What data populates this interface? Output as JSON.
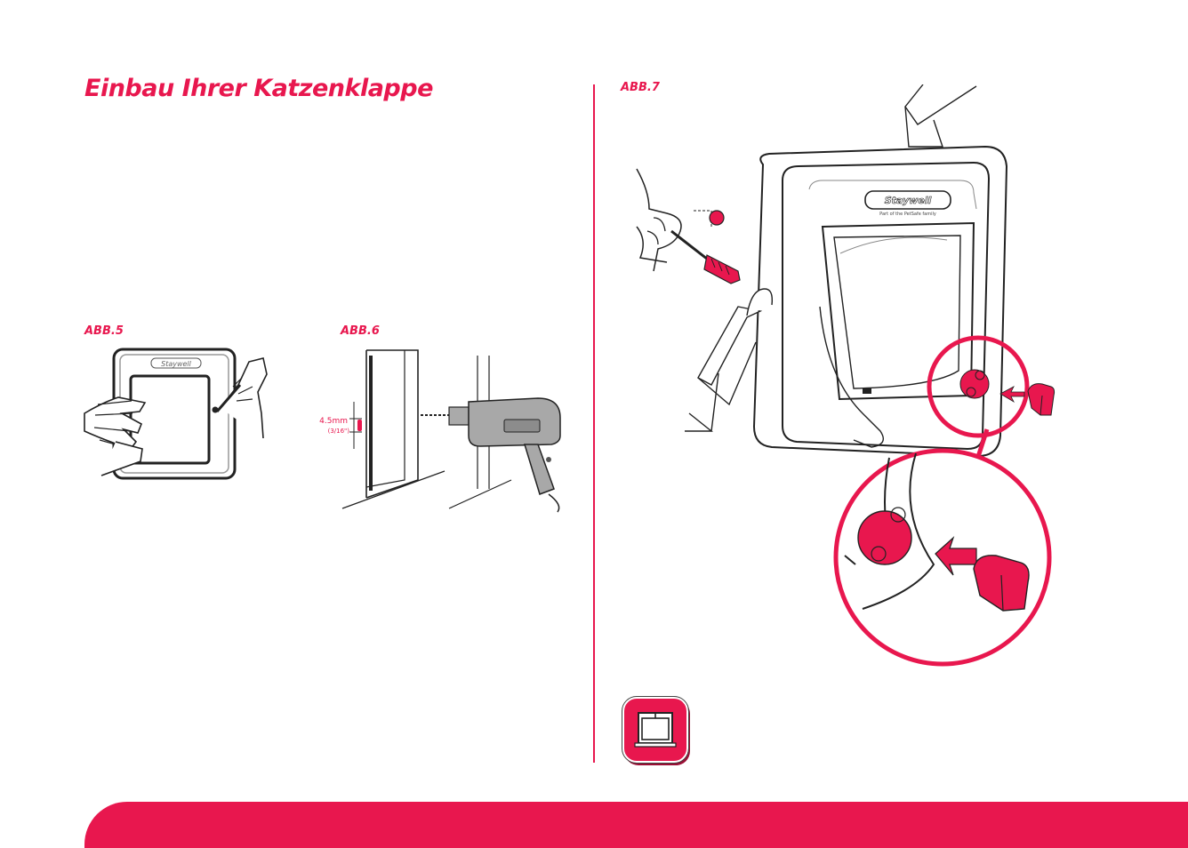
{
  "page": {
    "title": "Einbau Ihrer Katzenklappe"
  },
  "figures": {
    "abb5": {
      "label": "ABB.5",
      "brand": "Staywell"
    },
    "abb6": {
      "label": "ABB.6",
      "measure": "4.5mm",
      "measure_imperial": "(3/16\")"
    },
    "abb7": {
      "label": "ABB.7",
      "brand": "Staywell",
      "tagline": "Part of the PetSafe family"
    }
  },
  "colors": {
    "accent": "#e8174e",
    "ink": "#222222",
    "grey": "#9a9a9a"
  },
  "icons": {
    "badge": "window-frame-icon"
  }
}
